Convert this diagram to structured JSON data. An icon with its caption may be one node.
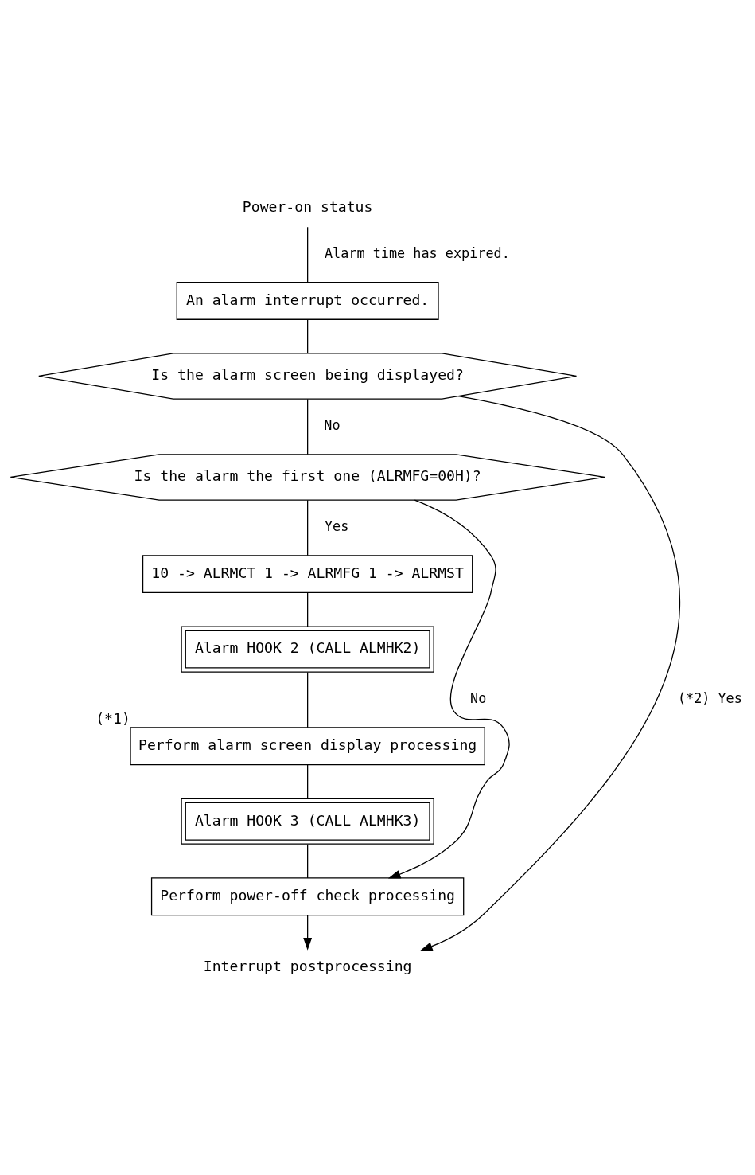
{
  "diagram": {
    "nodes": [
      {
        "text": [
          "Power-on status"
        ]
      },
      {
        "text": [
          "An alarm interrupt occurred."
        ]
      },
      {
        "text": [
          "Is the alarm screen being displayed?"
        ]
      },
      {
        "text": [
          "Is the alarm the first one (ALRMFG=00H)?"
        ]
      },
      {
        "text": [
          "10 -> ALRMCT 1 -> ALRMFG 1 -> ALRMST"
        ]
      },
      {
        "text": [
          "Alarm HOOK 2 (CALL ALMHK2)"
        ]
      },
      {
        "text": [
          "Perform alarm screen display processing"
        ],
        "beside": [
          "(*1)"
        ]
      },
      {
        "text": [
          "Alarm HOOK 3 (CALL ALMHK3)"
        ]
      },
      {
        "text": [
          "Perform power-off check processing"
        ]
      },
      {
        "text": [
          "Interrupt postprocessing"
        ]
      }
    ],
    "edges": [
      {
        "from": 0,
        "to": 1,
        "arrow": "none",
        "label": "Alarm time has expired."
      },
      {
        "from": 1,
        "to": 2,
        "arrow": "none"
      },
      {
        "from": 2,
        "to": 3,
        "arrow": "none",
        "label": "No"
      },
      {
        "from": 2,
        "to": 9,
        "arrow": "to",
        "label": "(*2) Yes"
      },
      {
        "from": 3,
        "to": 4,
        "arrow": "none",
        "label": "Yes"
      },
      {
        "from": 3,
        "to": 8,
        "arrow": "to",
        "label": "No"
      },
      {
        "from": 4,
        "to": 5,
        "arrow": "none"
      },
      {
        "from": 5,
        "to": 6,
        "arrow": "none"
      },
      {
        "from": 6,
        "to": 7,
        "arrow": "none"
      },
      {
        "from": 7,
        "to": 8,
        "arrow": "none"
      },
      {
        "from": 8,
        "to": 9,
        "arrow": "to"
      }
    ]
  }
}
